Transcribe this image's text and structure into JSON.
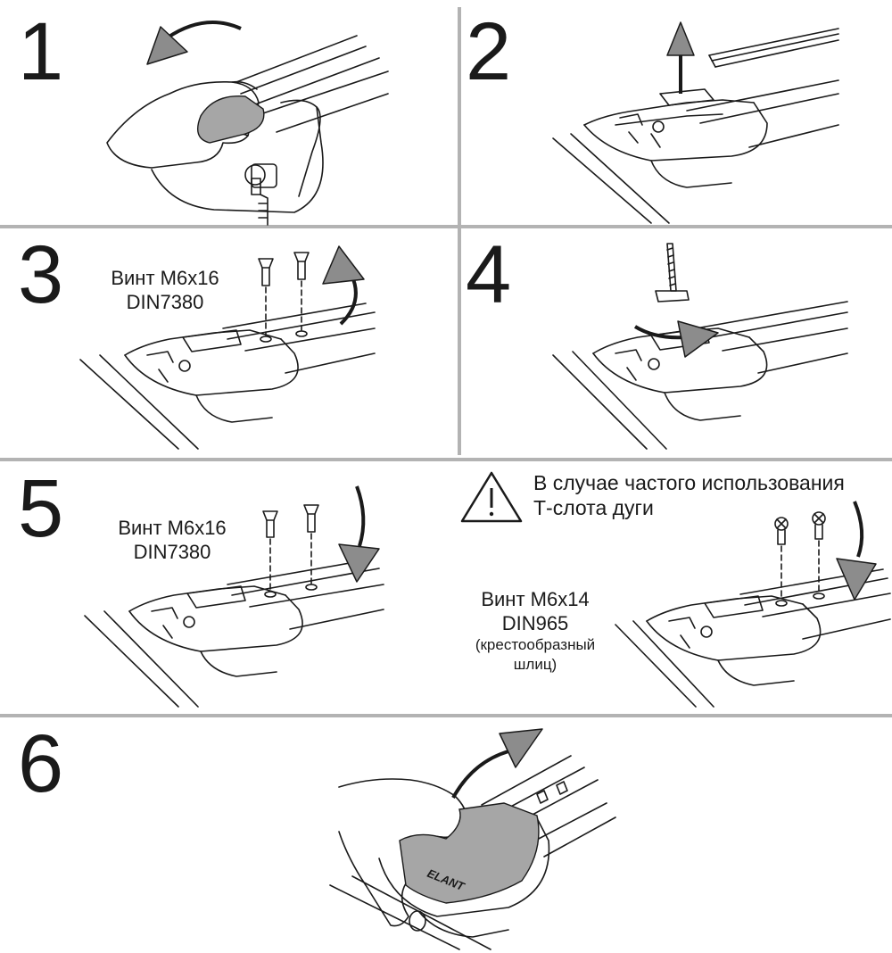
{
  "steps": [
    {
      "number": "1"
    },
    {
      "number": "2"
    },
    {
      "number": "3",
      "label": [
        "Винт М6х16",
        "DIN7380"
      ]
    },
    {
      "number": "4"
    },
    {
      "number": "5",
      "label": [
        "Винт М6х16",
        "DIN7380"
      ]
    },
    {
      "number": "6"
    }
  ],
  "warning": {
    "lines": [
      "В случае частого использования",
      "Т-слота дуги"
    ],
    "screw_label": [
      "Винт М6х14",
      "DIN965"
    ],
    "screw_note": [
      "(крестообразный",
      "шлиц)"
    ]
  },
  "brand_text": "ELANT",
  "colors": {
    "line": "#1a1a1a",
    "arrow_fill": "#8c8c8c",
    "divider": "#b3b3b3",
    "gray_pad": "#a6a6a6"
  }
}
